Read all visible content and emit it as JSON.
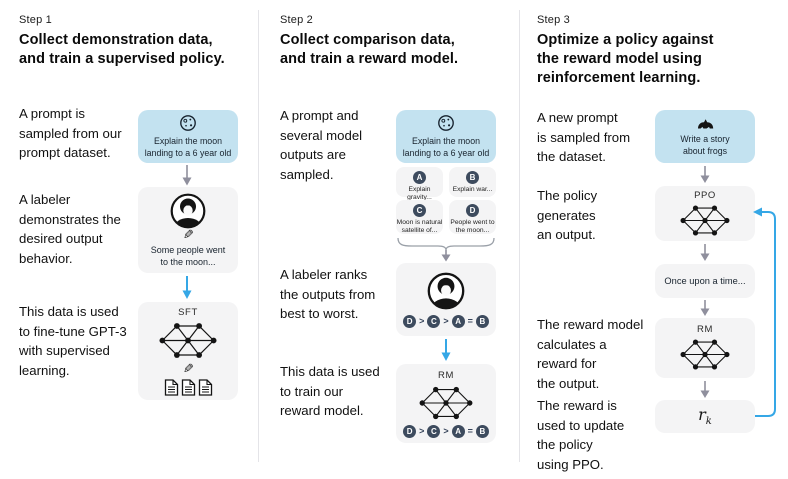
{
  "colors": {
    "prompt_box_blue": "#c3e2f0",
    "node_box_gray": "#f4f4f5",
    "rank_circle_dark": "#3d4b5e",
    "arrow_blue": "#35a7e6",
    "arrow_gray": "#8f8f9d"
  },
  "steps": [
    {
      "label": "Step 1",
      "title": "Collect demonstration data,\nand train a supervised policy.",
      "caption_prompt": "A prompt is\nsampled from our\nprompt dataset.",
      "caption_labeler": "A labeler\ndemonstrates the\ndesired output\nbehavior.",
      "caption_train": "This data is used\nto fine-tune GPT-3\nwith supervised\nlearning.",
      "prompt_box_text": "Explain the moon\nlanding to a 6 year old",
      "labeler_box_text": "Some people went\nto the moon...",
      "model_label": "SFT",
      "pencil_icon": "✎"
    },
    {
      "label": "Step 2",
      "title": "Collect comparison data,\nand train a reward model.",
      "caption_prompt": "A prompt and\nseveral model\noutputs are\nsampled.",
      "caption_labeler": "A labeler ranks\nthe outputs from\nbest to worst.",
      "caption_train": "This data is used\nto train our\nreward model.",
      "prompt_box_text": "Explain the moon\nlanding to a 6 year old",
      "outputs": [
        {
          "letter": "A",
          "text": "Explain gravity..."
        },
        {
          "letter": "B",
          "text": "Explain war..."
        },
        {
          "letter": "C",
          "text": "Moon is natural\nsatellite of..."
        },
        {
          "letter": "D",
          "text": "People went to\nthe moon..."
        }
      ],
      "ranking": [
        "D",
        ">",
        "C",
        ">",
        "A",
        "=",
        "B"
      ],
      "model_label": "RM"
    },
    {
      "label": "Step 3",
      "title": "Optimize a policy against\nthe reward model using\nreinforcement learning.",
      "caption_prompt": "A new prompt\nis sampled from\nthe dataset.",
      "caption_policy": "The policy\ngenerates\nan output.",
      "caption_reward": "The reward model\ncalculates a\nreward for\nthe output.",
      "caption_update": "The reward is\nused to update\nthe policy\nusing PPO.",
      "prompt_box_text": "Write a story\nabout frogs",
      "policy_label": "PPO",
      "output_box_text": "Once upon a time...",
      "reward_model_label": "RM",
      "reward_symbol": "r",
      "reward_subscript": "k"
    }
  ]
}
